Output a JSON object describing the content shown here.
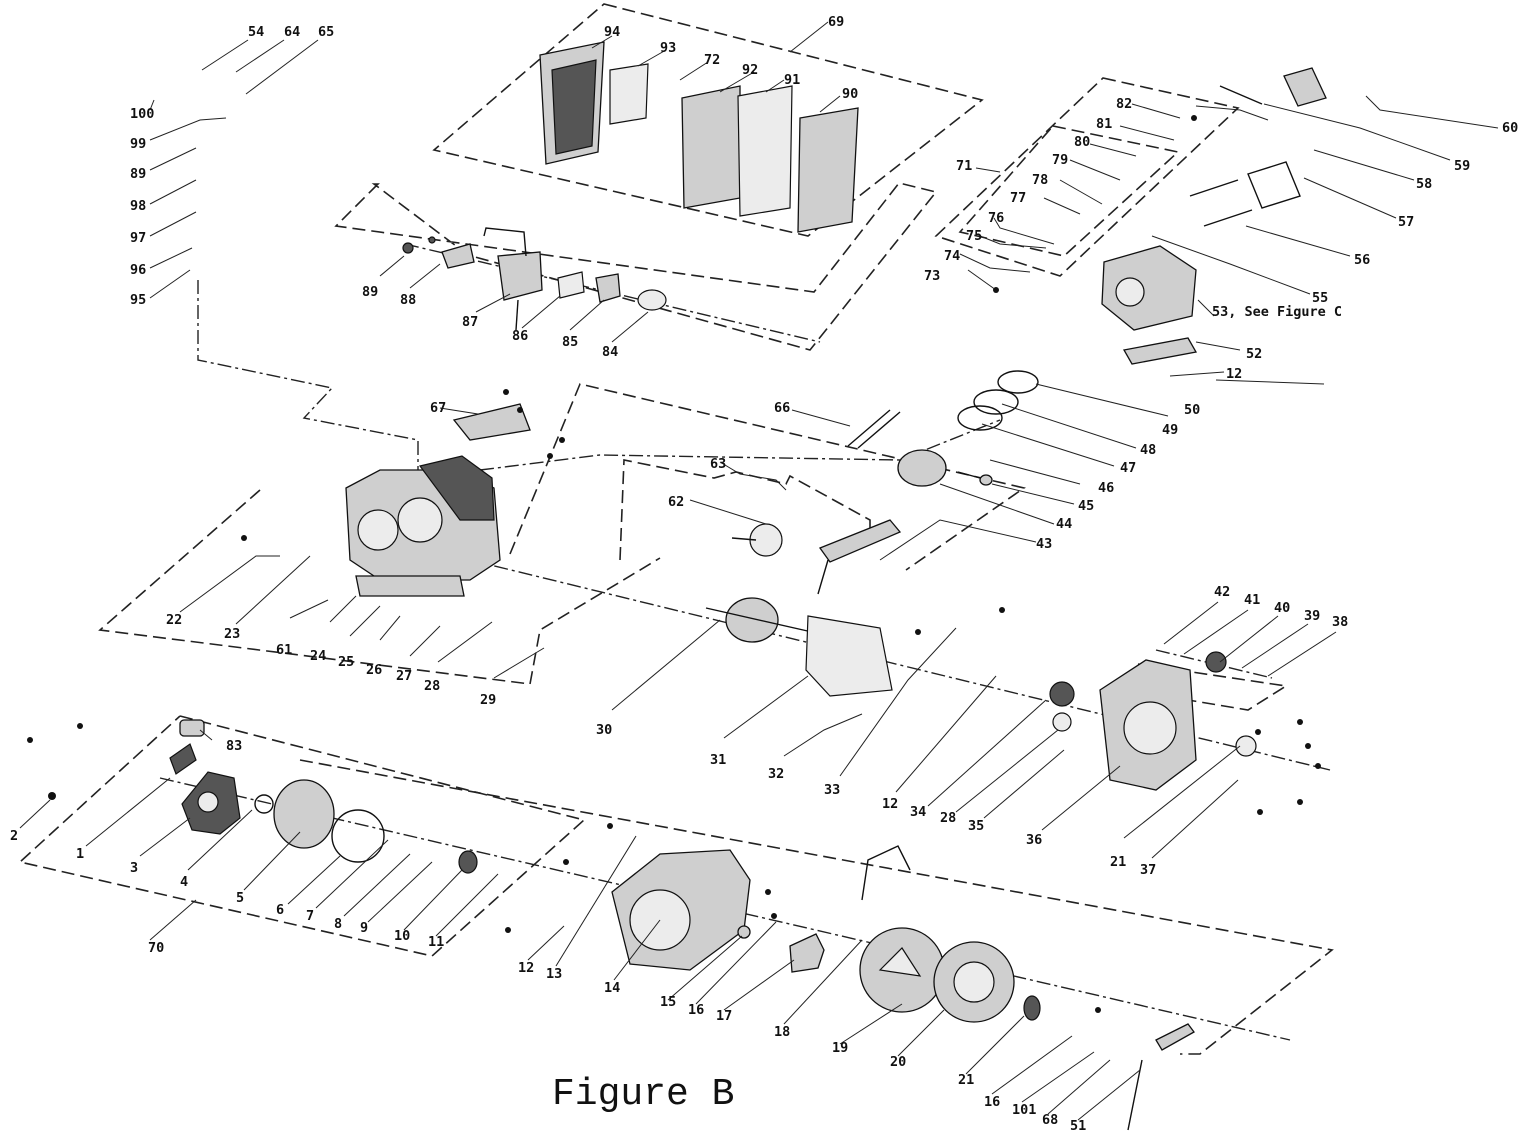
{
  "figure_caption": "Figure B",
  "callouts": [
    {
      "n": "1",
      "text": "1"
    },
    {
      "n": "2",
      "text": "2"
    },
    {
      "n": "3",
      "text": "3"
    },
    {
      "n": "4",
      "text": "4"
    },
    {
      "n": "5",
      "text": "5"
    },
    {
      "n": "6",
      "text": "6"
    },
    {
      "n": "7",
      "text": "7"
    },
    {
      "n": "8",
      "text": "8"
    },
    {
      "n": "9",
      "text": "9"
    },
    {
      "n": "10",
      "text": "10"
    },
    {
      "n": "11",
      "text": "11"
    },
    {
      "n": "12a",
      "text": "12"
    },
    {
      "n": "12b",
      "text": "12"
    },
    {
      "n": "12c",
      "text": "12"
    },
    {
      "n": "13",
      "text": "13"
    },
    {
      "n": "14",
      "text": "14"
    },
    {
      "n": "15",
      "text": "15"
    },
    {
      "n": "16a",
      "text": "16"
    },
    {
      "n": "16b",
      "text": "16"
    },
    {
      "n": "17",
      "text": "17"
    },
    {
      "n": "18",
      "text": "18"
    },
    {
      "n": "19",
      "text": "19"
    },
    {
      "n": "20",
      "text": "20"
    },
    {
      "n": "21a",
      "text": "21"
    },
    {
      "n": "21b",
      "text": "21"
    },
    {
      "n": "22",
      "text": "22"
    },
    {
      "n": "23",
      "text": "23"
    },
    {
      "n": "24",
      "text": "24"
    },
    {
      "n": "25",
      "text": "25"
    },
    {
      "n": "26",
      "text": "26"
    },
    {
      "n": "27",
      "text": "27"
    },
    {
      "n": "28a",
      "text": "28"
    },
    {
      "n": "28b",
      "text": "28"
    },
    {
      "n": "29",
      "text": "29"
    },
    {
      "n": "30",
      "text": "30"
    },
    {
      "n": "31",
      "text": "31"
    },
    {
      "n": "32",
      "text": "32"
    },
    {
      "n": "33",
      "text": "33"
    },
    {
      "n": "34",
      "text": "34"
    },
    {
      "n": "35",
      "text": "35"
    },
    {
      "n": "36",
      "text": "36"
    },
    {
      "n": "37",
      "text": "37"
    },
    {
      "n": "38",
      "text": "38"
    },
    {
      "n": "39",
      "text": "39"
    },
    {
      "n": "40",
      "text": "40"
    },
    {
      "n": "41",
      "text": "41"
    },
    {
      "n": "42",
      "text": "42"
    },
    {
      "n": "43",
      "text": "43"
    },
    {
      "n": "44",
      "text": "44"
    },
    {
      "n": "45",
      "text": "45"
    },
    {
      "n": "46",
      "text": "46"
    },
    {
      "n": "47",
      "text": "47"
    },
    {
      "n": "48",
      "text": "48"
    },
    {
      "n": "49",
      "text": "49"
    },
    {
      "n": "50",
      "text": "50"
    },
    {
      "n": "51",
      "text": "51"
    },
    {
      "n": "52",
      "text": "52"
    },
    {
      "n": "53",
      "text": "53, See Figure C"
    },
    {
      "n": "54",
      "text": "54"
    },
    {
      "n": "55",
      "text": "55"
    },
    {
      "n": "56",
      "text": "56"
    },
    {
      "n": "57",
      "text": "57"
    },
    {
      "n": "58",
      "text": "58"
    },
    {
      "n": "59",
      "text": "59"
    },
    {
      "n": "60",
      "text": "60"
    },
    {
      "n": "61",
      "text": "61"
    },
    {
      "n": "62",
      "text": "62"
    },
    {
      "n": "63",
      "text": "63"
    },
    {
      "n": "64",
      "text": "64"
    },
    {
      "n": "65",
      "text": "65"
    },
    {
      "n": "66",
      "text": "66"
    },
    {
      "n": "67",
      "text": "67"
    },
    {
      "n": "68",
      "text": "68"
    },
    {
      "n": "69",
      "text": "69"
    },
    {
      "n": "70",
      "text": "70"
    },
    {
      "n": "71",
      "text": "71"
    },
    {
      "n": "72",
      "text": "72"
    },
    {
      "n": "73",
      "text": "73"
    },
    {
      "n": "74",
      "text": "74"
    },
    {
      "n": "75",
      "text": "75"
    },
    {
      "n": "76",
      "text": "76"
    },
    {
      "n": "77",
      "text": "77"
    },
    {
      "n": "78",
      "text": "78"
    },
    {
      "n": "79",
      "text": "79"
    },
    {
      "n": "80",
      "text": "80"
    },
    {
      "n": "81",
      "text": "81"
    },
    {
      "n": "82",
      "text": "82"
    },
    {
      "n": "83",
      "text": "83"
    },
    {
      "n": "84",
      "text": "84"
    },
    {
      "n": "85",
      "text": "85"
    },
    {
      "n": "86",
      "text": "86"
    },
    {
      "n": "87",
      "text": "87"
    },
    {
      "n": "88",
      "text": "88"
    },
    {
      "n": "89a",
      "text": "89"
    },
    {
      "n": "89b",
      "text": "89"
    },
    {
      "n": "90",
      "text": "90"
    },
    {
      "n": "91",
      "text": "91"
    },
    {
      "n": "92",
      "text": "92"
    },
    {
      "n": "93",
      "text": "93"
    },
    {
      "n": "94",
      "text": "94"
    },
    {
      "n": "95",
      "text": "95"
    },
    {
      "n": "96",
      "text": "96"
    },
    {
      "n": "97",
      "text": "97"
    },
    {
      "n": "98",
      "text": "98"
    },
    {
      "n": "99",
      "text": "99"
    },
    {
      "n": "100",
      "text": "100"
    },
    {
      "n": "101",
      "text": "101"
    }
  ]
}
